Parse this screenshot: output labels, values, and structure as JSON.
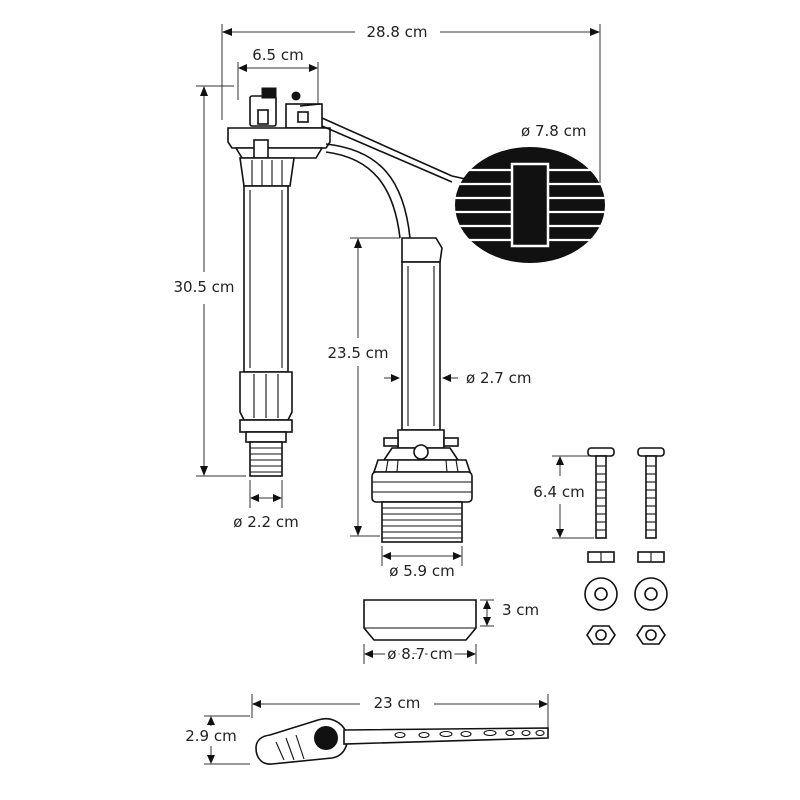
{
  "dimensions": {
    "total_width": "28.8 cm",
    "valve_top_width": "6.5 cm",
    "float_diameter": "ø 7.8 cm",
    "fill_valve_height": "30.5 cm",
    "fill_thread_diameter": "ø 2.2 cm",
    "flush_valve_height": "23.5 cm",
    "flush_tube_diameter": "ø 2.7 cm",
    "flush_base_diameter": "ø 5.9 cm",
    "bolt_length": "6.4 cm",
    "flapper_height": "3 cm",
    "flapper_diameter": "ø 8.7 cm",
    "lever_length": "23 cm",
    "lever_height": "2.9 cm"
  }
}
